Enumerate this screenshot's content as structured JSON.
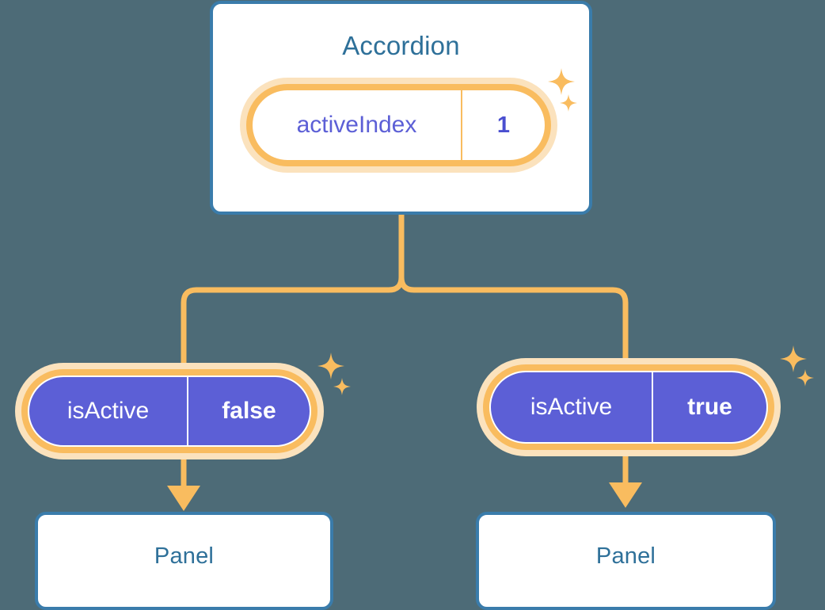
{
  "diagram": {
    "title_text": "Accordion",
    "background_color": "#4d6b77",
    "accent_orange": "#f9bc5f",
    "accent_peach": "#fbe2bd",
    "accent_blue": "#3a7cab",
    "accent_purple": "#5c5fd6",
    "title_color": "#2e7099"
  },
  "root": {
    "component_name": "Accordion",
    "state": {
      "key": "activeIndex",
      "value": "1"
    }
  },
  "children": [
    {
      "prop": {
        "key": "isActive",
        "value": "false"
      },
      "component_name": "Panel"
    },
    {
      "prop": {
        "key": "isActive",
        "value": "true"
      },
      "component_name": "Panel"
    }
  ]
}
